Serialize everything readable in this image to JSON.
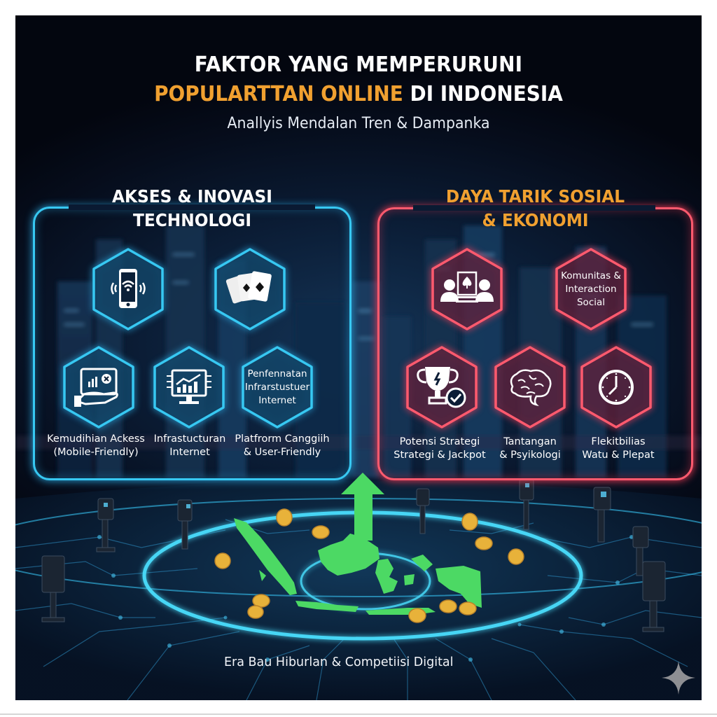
{
  "header": {
    "title_line1": "FAKTOR YANG MEMPERURUNI",
    "title_line2_accent": "POPULARTTAN ONLINE",
    "title_line2_rest": " DI INDONESIA",
    "subtitle": "Anallyis Mendalan Tren & Dampanka"
  },
  "colors": {
    "accent_orange": "#f0a030",
    "neon_blue": "#37c8f2",
    "neon_red": "#ff5a6e",
    "map_green": "#4cd964",
    "coin_gold": "#e8b23a",
    "background_dark": "#0b1d36"
  },
  "left_panel": {
    "heading_line1": "AKSES & INOVASI",
    "heading_line2": "TECHNOLOGI",
    "top_row": [
      {
        "icon": "smartphone-wifi-icon"
      },
      {
        "icon": "playing-cards-icon"
      }
    ],
    "bottom_row": [
      {
        "icon": "hand-holding-tablet-icon",
        "label_line1": "Kemudihian Ackess",
        "label_line2": "(Mobile-Friendly)"
      },
      {
        "icon": "monitor-chart-icon",
        "label_line1": "Infrastucturan",
        "label_line2": "Internet"
      },
      {
        "hex_text_line1": "Penfennatan",
        "hex_text_line2": "Infrarstustuer",
        "hex_text_line3": "Internet",
        "label_line1": "Platfrorm Canggiih",
        "label_line2": "& User-Friendly"
      }
    ]
  },
  "right_panel": {
    "heading_line1": "DAYA TARIK SOSIAL",
    "heading_line2": "& EKONOMI",
    "top_row": [
      {
        "icon": "players-card-table-icon"
      },
      {
        "hex_text_line1": "Komunitas &",
        "hex_text_line2": "Interaction",
        "hex_text_line3": "Social"
      }
    ],
    "bottom_row": [
      {
        "icon": "trophy-check-icon",
        "label_line1": "Potensi Strategi",
        "label_line2": "Strategi & Jackpot"
      },
      {
        "icon": "brain-icon",
        "label_line1": "Tantangan",
        "label_line2": "& Psyikologi"
      },
      {
        "icon": "clock-icon",
        "label_line1": "Flekitbilias",
        "label_line2": "Watu & Plepat"
      }
    ]
  },
  "footer": {
    "caption": "Era Bau Hiburlan & Competiisi Digital",
    "watermark_icon": "sparkle-icon"
  }
}
